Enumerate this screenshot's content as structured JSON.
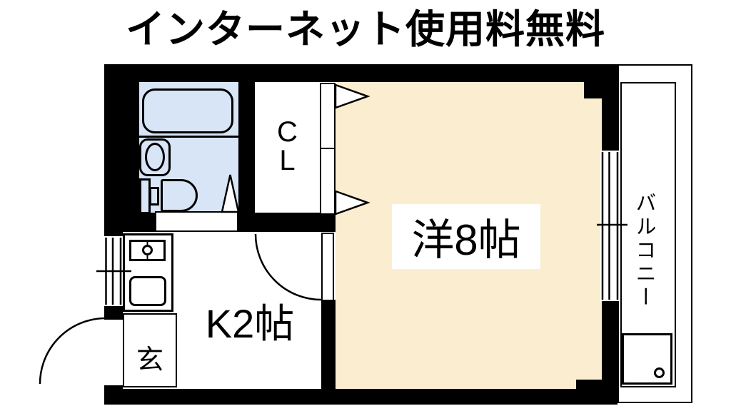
{
  "title": "インターネット使用料無料",
  "colors": {
    "wall": "#000000",
    "bathroom": "#d8e5f6",
    "room": "#fbeed0",
    "paper": "#ffffff"
  },
  "rooms": {
    "western": {
      "label": "洋8帖"
    },
    "kitchen": {
      "label": "K2帖"
    },
    "closet": {
      "label": "C\nL"
    },
    "entrance": {
      "label": "玄"
    },
    "balcony": {
      "label": "バルコニー"
    }
  }
}
